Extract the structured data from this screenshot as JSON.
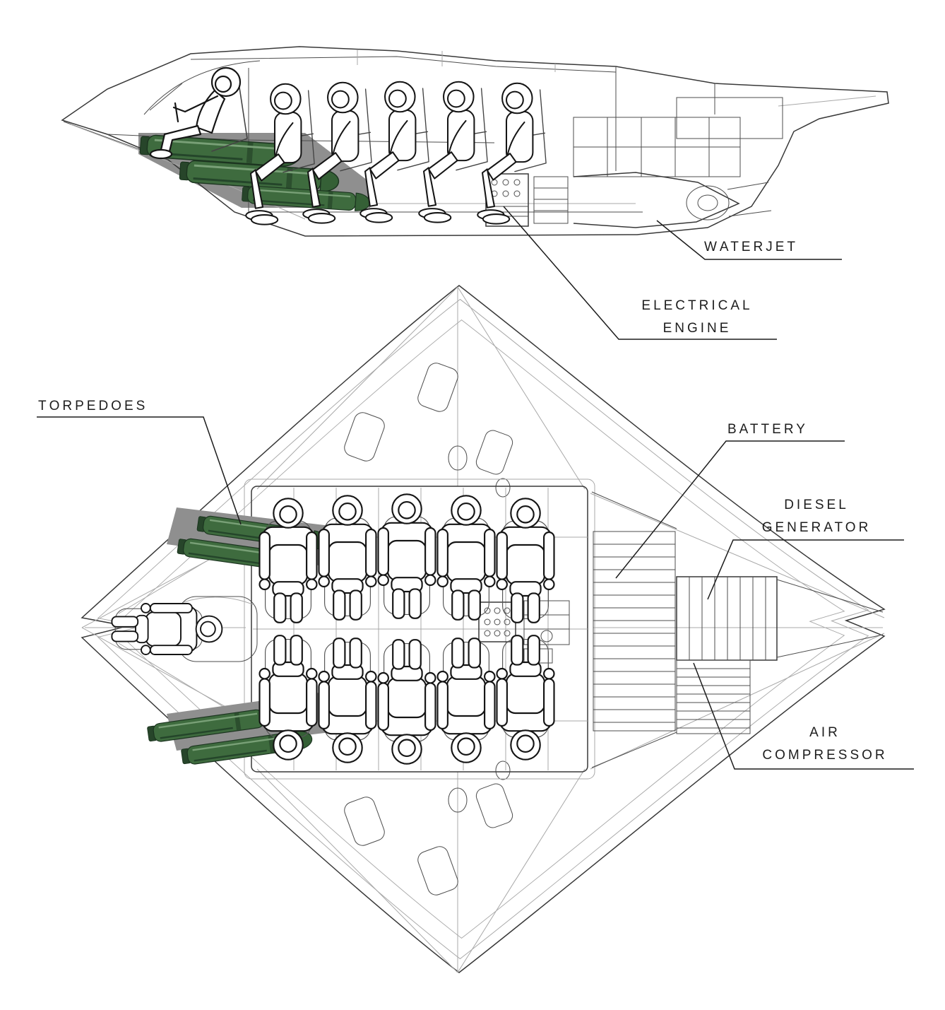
{
  "labels": {
    "waterjet": "Waterjet",
    "electrical_engine": {
      "line1": "Electrical",
      "line2": "engine"
    },
    "torpedoes": "Torpedoes",
    "battery": "Battery",
    "diesel_generator": {
      "line1": "Diesel",
      "line2": "generator"
    },
    "air_compressor": {
      "line1": "Air",
      "line2": "compressor"
    }
  },
  "colors": {
    "background": "#ffffff",
    "outline": "#383838",
    "thin_line": "#4d4d4d",
    "light_line": "#a8a8a8",
    "label_text": "#1d1d1d",
    "torpedo_green": "#3e6b3e",
    "torpedo_dark": "#27452a",
    "torpedo_highlight": "#79a077",
    "bay_shadow": "#8f8f8f",
    "figure_line": "#151515"
  }
}
